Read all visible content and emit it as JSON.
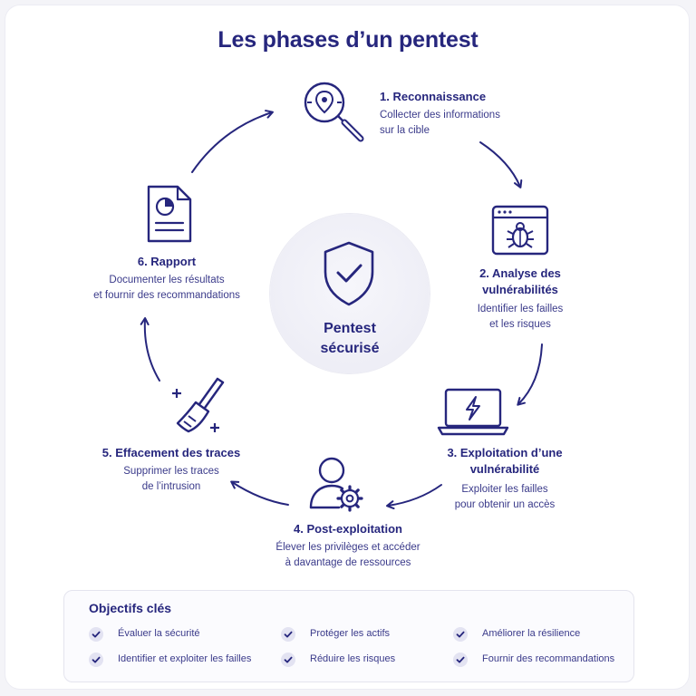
{
  "title": "Les phases d’un pentest",
  "center": {
    "line1": "Pentest",
    "line2": "sécurisé",
    "icon": "shield-check-icon"
  },
  "phases": [
    {
      "title": "1. Reconnaissance",
      "desc1": "Collecter des informations",
      "desc2": "sur la cible",
      "icon": "magnifier-target-icon"
    },
    {
      "title1": "2. Analyse des",
      "title2": "vulnérabilités",
      "desc1": "Identifier les failles",
      "desc2": "et les risques",
      "icon": "browser-bug-icon"
    },
    {
      "title1": "3. Exploitation d’une",
      "title2": "vulnérabilité",
      "desc1": "Exploiter les failles",
      "desc2": "pour obtenir un accès",
      "icon": "laptop-bolt-icon"
    },
    {
      "title": "4. Post-exploitation",
      "desc1": "Élever les privilèges et accéder",
      "desc2": "à davantage de ressources",
      "icon": "user-gear-icon"
    },
    {
      "title": "5. Effacement des traces",
      "desc1": "Supprimer les traces",
      "desc2": "de l’intrusion",
      "icon": "broom-icon"
    },
    {
      "title": "6. Rapport",
      "desc1": "Documenter les résultats",
      "desc2": "et fournir des recommandations",
      "icon": "report-document-icon"
    }
  ],
  "objectives": {
    "title": "Objectifs clés",
    "items": [
      "Évaluer la sécurité",
      "Protéger les actifs",
      "Améliorer la résilience",
      "Identifier et exploiter les failles",
      "Réduire les risques",
      "Fournir des recommandations"
    ]
  },
  "colors": {
    "primary": "#26267d",
    "text": "#3a3a8a",
    "soft": "#eeeef6"
  }
}
